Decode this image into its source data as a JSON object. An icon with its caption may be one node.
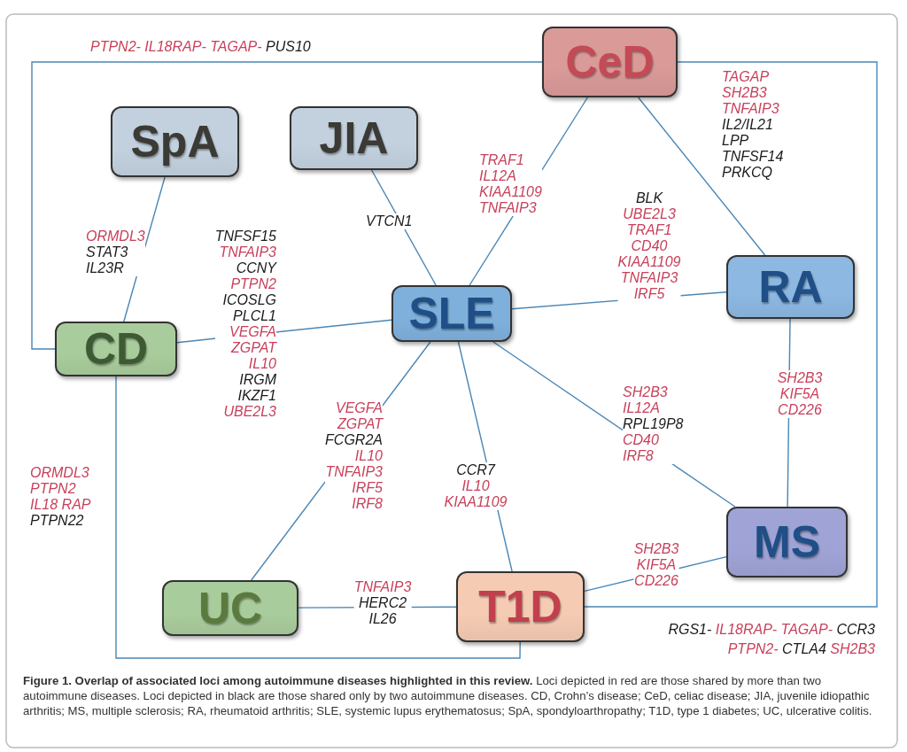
{
  "diagram": {
    "caption": "**Figure 1. Overlap of associated loci among autoimmune diseases highlighted in this review.** Loci depicted in red are those shared by more than two autoimmune diseases. Loci depicted in black are those shared only by two autoimmune diseases. CD, Crohn’s disease; CeD, celiac disease; JIA, juvenile idiopathic arthritis; MS, multiple sclerosis; RA, rheumatoid arthritis; SLE, systemic lupus erythematosus; SpA, spondyloarthropathy; T1D, type 1 diabetes; UC, ulcerative colitis.",
    "nodes": [
      {
        "text": [
          "CeD"
        ]
      },
      {
        "text": [
          "SpA"
        ]
      },
      {
        "text": [
          "JIA"
        ]
      },
      {
        "text": [
          "SLE"
        ]
      },
      {
        "text": [
          "RA"
        ]
      },
      {
        "text": [
          "CD"
        ]
      },
      {
        "text": [
          "MS"
        ]
      },
      {
        "text": [
          "UC"
        ]
      },
      {
        "text": [
          "T1D"
        ]
      }
    ],
    "edges": [
      {
        "from": 0,
        "to": 5,
        "arrow": "none",
        "label": "PTPN2- IL18RAP- TAGAP- PUS10"
      },
      {
        "from": 0,
        "to": 8,
        "arrow": "none",
        "label": "RGS1- IL18RAP- TAGAP- CCR3 PTPN2- CTLA4 SH2B3"
      },
      {
        "from": 0,
        "to": 3,
        "arrow": "none",
        "label": "TRAF1 IL12A KIAA1109 TNFAIP3"
      },
      {
        "from": 0,
        "to": 4,
        "arrow": "none",
        "label": "TAGAP SH2B3 TNFAIP3 IL2/IL21 LPP TNFSF14 PRKCQ"
      },
      {
        "from": 1,
        "to": 5,
        "arrow": "none",
        "label": "ORMDL3 STAT3 IL23R"
      },
      {
        "from": 2,
        "to": 3,
        "arrow": "none",
        "label": "VTCN1"
      },
      {
        "from": 5,
        "to": 3,
        "arrow": "none",
        "label": "TNFSF15 TNFAIP3 CCNY PTPN2 ICOSLG PLCL1 VEGFA ZGPAT IL10 IRGM IKZF1 UBE2L3"
      },
      {
        "from": 3,
        "to": 4,
        "arrow": "none",
        "label": "BLK UBE2L3 TRAF1 CD40 KIAA1109 TNFAIP3 IRF5"
      },
      {
        "from": 3,
        "to": 6,
        "arrow": "none",
        "label": "SH2B3 IL12A RPL19P8 CD40 IRF8"
      },
      {
        "from": 3,
        "to": 8,
        "arrow": "none",
        "label": "CCR7 IL10 KIAA1109"
      },
      {
        "from": 3,
        "to": 7,
        "arrow": "none",
        "label": "VEGFA ZGPAT FCGR2A IL10 TNFAIP3 IRF5 IRF8"
      },
      {
        "from": 4,
        "to": 6,
        "arrow": "none",
        "label": "SH2B3 KIF5A CD226"
      },
      {
        "from": 6,
        "to": 8,
        "arrow": "none",
        "label": "SH2B3 KIF5A CD226"
      },
      {
        "from": 7,
        "to": 8,
        "arrow": "none",
        "label": "TNFAIP3 HERC2 IL26"
      },
      {
        "from": 5,
        "to": 8,
        "arrow": "none",
        "label": "ORMDL3 PTPN2 IL18 RAP PTPN22"
      }
    ]
  }
}
